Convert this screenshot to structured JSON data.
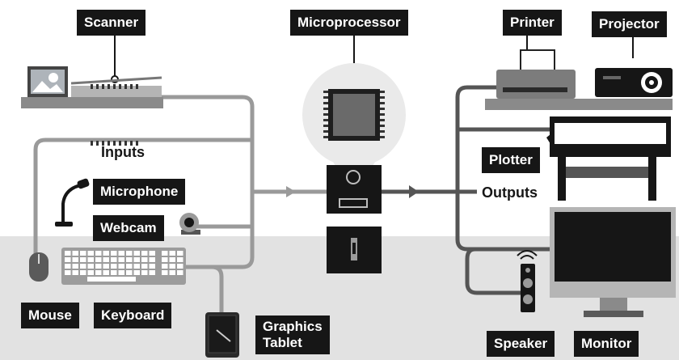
{
  "groups": {
    "inputs": "Inputs",
    "outputs": "Outputs"
  },
  "labels": {
    "scanner": "Scanner",
    "microprocessor": "Microprocessor",
    "printer": "Printer",
    "projector": "Projector",
    "microphone": "Microphone",
    "webcam": "Webcam",
    "plotter": "Plotter",
    "mouse": "Mouse",
    "keyboard": "Keyboard",
    "graphics_tablet": "Graphics\nTablet",
    "speaker": "Speaker",
    "monitor": "Monitor"
  },
  "colors": {
    "label_bg": "#161616",
    "label_text": "#ffffff",
    "wire": "#9a9a9a",
    "floor": "#e2e2e2"
  }
}
